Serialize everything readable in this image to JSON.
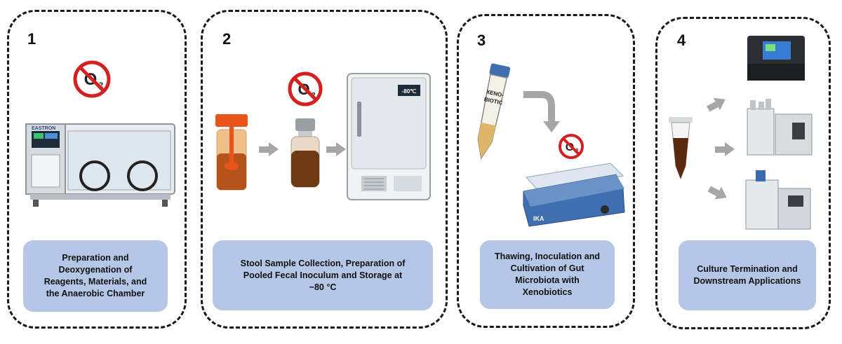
{
  "steps": [
    {
      "number": "1",
      "caption": "Preparation and\nDeoxygenation of\nReagents, Materials, and\nthe Anaerobic Chamber"
    },
    {
      "number": "2",
      "caption": "Stool Sample Collection, Preparation of\nPooled Fecal Inoculum and Storage at\n−80 °C"
    },
    {
      "number": "3",
      "caption": "Thawing, Inoculation and\nCultivation of Gut\nMicrobiota with\nXenobiotics"
    },
    {
      "number": "4",
      "caption": "Culture Termination and\nDownstream Applications"
    }
  ],
  "labels": {
    "chamber_brand": "EASTRON",
    "freezer_display": "-80℃",
    "tube_label_line1": "XENO-",
    "tube_label_line2": "BIOTIC",
    "plate_brand": "IKA",
    "no_oxygen_symbol": "O₂"
  },
  "icons": [
    "no-oxygen-icon",
    "arrow-right-icon",
    "curved-arrow-icon"
  ],
  "colors": {
    "caption_bg": "#b4c7e7",
    "no_symbol_red": "#d42020",
    "arrow_gray": "#a6a6a6",
    "stool_brown": "#8a4a18",
    "tube_blue": "#3f6fb0"
  }
}
